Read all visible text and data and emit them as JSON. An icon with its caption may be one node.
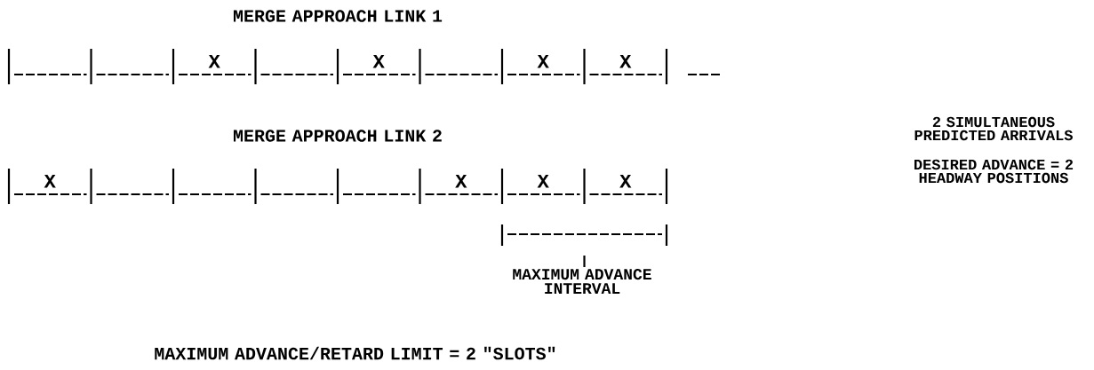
{
  "diagram": {
    "nodes": [
      {
        "text": [],
        "shape": "box"
      },
      {
        "text": [],
        "shape": "box"
      },
      {
        "text": [
          "X"
        ]
      },
      {
        "text": [],
        "shape": "box"
      },
      {
        "text": [
          "X"
        ]
      },
      {
        "text": [],
        "shape": "box"
      },
      {
        "text": [
          "X"
        ]
      },
      {
        "text": [
          "X"
        ]
      },
      {
        "text": [
          "X"
        ]
      },
      {
        "text": [],
        "shape": "box"
      },
      {
        "text": [],
        "shape": "box"
      },
      {
        "text": [],
        "shape": "box"
      },
      {
        "text": [],
        "shape": "box"
      },
      {
        "text": [
          "X"
        ]
      },
      {
        "text": [
          "X"
        ]
      },
      {
        "text": [
          "X"
        ]
      }
    ],
    "labels": [
      "MERGE APPROACH LINK 1",
      "MERGE APPROACH LINK 2",
      "2 SIMULTANEOUS PREDICTED ARRIVALS",
      "DESIRED ADVANCE = 2 HEADWAY POSITIONS",
      "MAXIMUM ADVANCE INTERVAL",
      "MAXIMUM ADVANCE/RETARD LIMIT = 2 \"SLOTS\""
    ]
  }
}
